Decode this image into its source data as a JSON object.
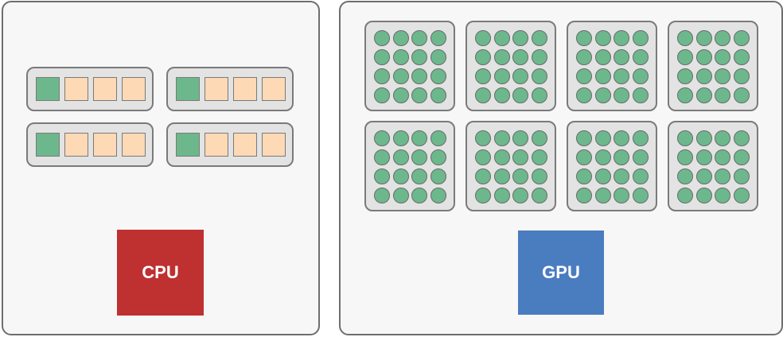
{
  "cpu": {
    "label": "CPU",
    "chip_color": "#bf3030",
    "core_groups": [
      {
        "cells": [
          "control",
          "alu",
          "alu",
          "alu"
        ]
      },
      {
        "cells": [
          "control",
          "alu",
          "alu",
          "alu"
        ]
      },
      {
        "cells": [
          "control",
          "alu",
          "alu",
          "alu"
        ]
      },
      {
        "cells": [
          "control",
          "alu",
          "alu",
          "alu"
        ]
      }
    ]
  },
  "gpu": {
    "label": "GPU",
    "chip_color": "#4a7cc0",
    "multiprocessor_count": 8,
    "cores_per_row": 4,
    "core_rows": 4
  },
  "colors": {
    "control_cell": "#6cb88c",
    "alu_cell": "#fdd9b5",
    "gpu_core": "#6cb88c",
    "group_background": "#e3e3e3",
    "border": "#7a7a7a"
  }
}
